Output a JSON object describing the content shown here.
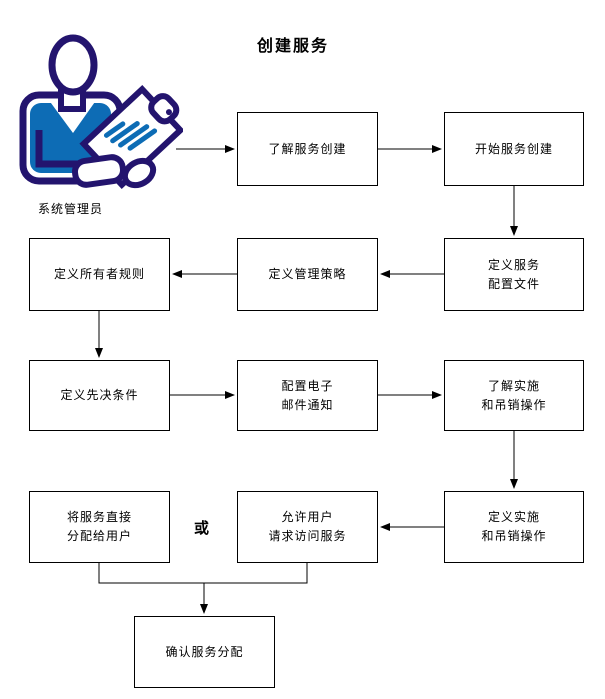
{
  "title": "创建服务",
  "actor": {
    "label": "系统管理员"
  },
  "or_label": "或",
  "colors": {
    "icon_outline": "#23146e",
    "icon_fill": "#0d6cb5",
    "connector": "#000000"
  },
  "boxes": [
    {
      "lines": [
        "了解服务创建"
      ]
    },
    {
      "lines": [
        "开始服务创建"
      ]
    },
    {
      "lines": [
        "定义服务",
        "配置文件"
      ]
    },
    {
      "lines": [
        "定义管理策略"
      ]
    },
    {
      "lines": [
        "定义所有者规则"
      ]
    },
    {
      "lines": [
        "定义先决条件"
      ]
    },
    {
      "lines": [
        "配置电子",
        "邮件通知"
      ]
    },
    {
      "lines": [
        "了解实施",
        "和吊销操作"
      ]
    },
    {
      "lines": [
        "定义实施",
        "和吊销操作"
      ]
    },
    {
      "lines": [
        "允许用户",
        "请求访问服务"
      ]
    },
    {
      "lines": [
        "将服务直接",
        "分配给用户"
      ]
    },
    {
      "lines": [
        "确认服务分配"
      ]
    }
  ]
}
